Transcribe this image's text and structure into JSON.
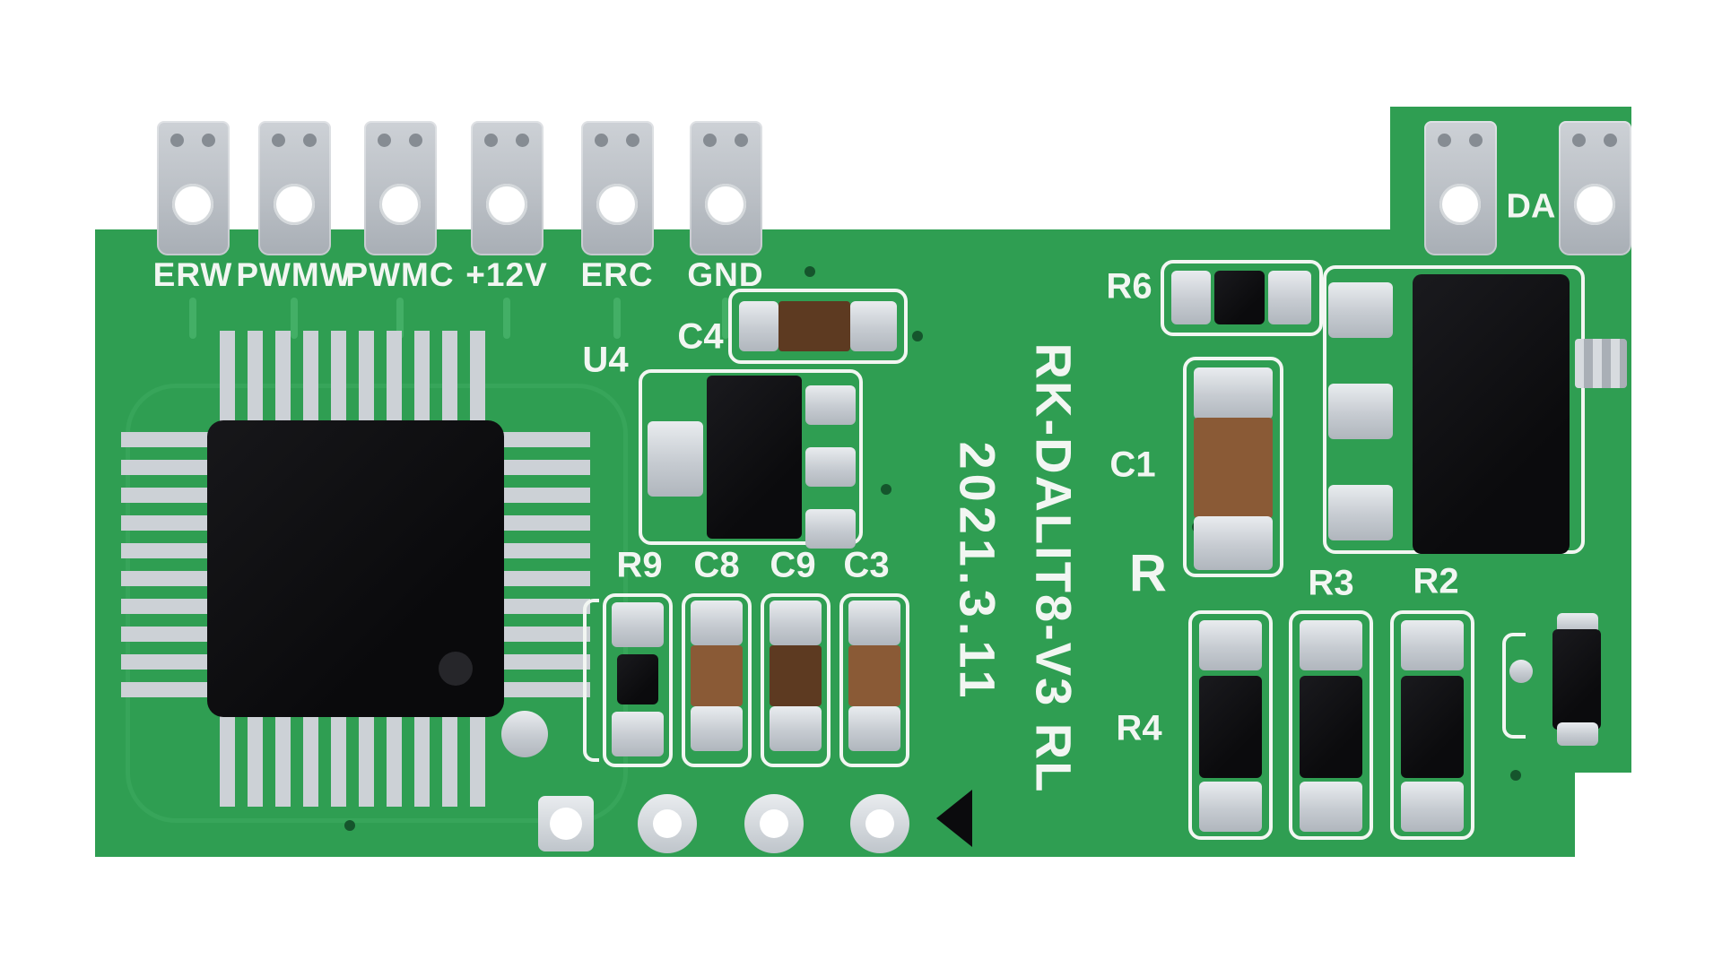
{
  "board": {
    "model": "RK-DALIT8-V3 RL",
    "date": "2021.3.11",
    "da_label": "DA"
  },
  "terminals": {
    "labels": [
      "ERW",
      "PWMW",
      "PWMC",
      "+12V",
      "ERC",
      "GND"
    ]
  },
  "refs": {
    "u4": "U4",
    "c4": "C4",
    "r9": "R9",
    "c8": "C8",
    "c9": "C9",
    "c3": "C3",
    "r6": "R6",
    "c1": "C1",
    "r": "R",
    "r3": "R3",
    "r2": "R2",
    "r4": "R4"
  },
  "colors": {
    "background": "#ffffff",
    "board-green": "#2f9e52",
    "trace-green": "#43af66",
    "dark-green": "#15552c",
    "silkscreen": "#f2f6f2",
    "pad-silver": "#c6cbd1",
    "chip-black": "#101013",
    "cap-brown": "#8a5a36",
    "cap-brown-dark": "#5d3a21"
  }
}
